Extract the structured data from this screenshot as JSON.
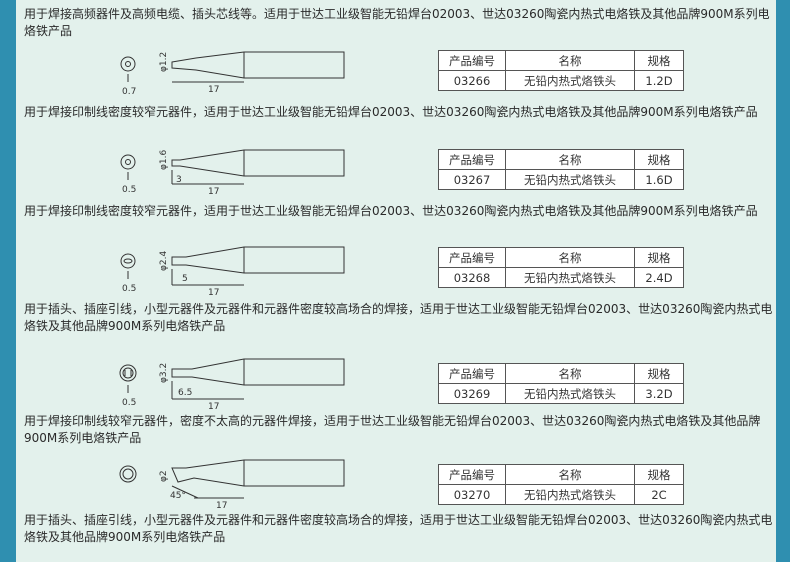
{
  "products": [
    {
      "description": "用于焊接高频器件及高频电缆、插头芯线等。适用于世达工业级智能无铅焊台02003、世达03260陶瓷内热式电烙铁及其他品牌900M系列电烙铁产品",
      "tip_shape": "conical",
      "dims": {
        "diameter": "φ1.2",
        "length": "17",
        "tip": "0.7",
        "step": ""
      },
      "table": {
        "headers": [
          "产品编号",
          "名称",
          "规格"
        ],
        "code": "03266",
        "name": "无铅内热式烙铁头",
        "spec": "1.2D"
      }
    },
    {
      "description": "用于焊接印制线密度较窄元器件，适用于世达工业级智能无铅焊台02003、世达03260陶瓷内热式电烙铁及其他品牌900M系列电烙铁产品",
      "tip_shape": "chisel",
      "dims": {
        "diameter": "φ1.6",
        "length": "17",
        "tip": "0.5",
        "step": "3"
      },
      "table": {
        "headers": [
          "产品编号",
          "名称",
          "规格"
        ],
        "code": "03267",
        "name": "无铅内热式烙铁头",
        "spec": "1.6D"
      }
    },
    {
      "description": "用于焊接印制线密度较窄元器件，适用于世达工业级智能无铅焊台02003、世达03260陶瓷内热式电烙铁及其他品牌900M系列电烙铁产品",
      "tip_shape": "chisel",
      "dims": {
        "diameter": "φ2.4",
        "length": "17",
        "tip": "0.5",
        "step": "5"
      },
      "table": {
        "headers": [
          "产品编号",
          "名称",
          "规格"
        ],
        "code": "03268",
        "name": "无铅内热式烙铁头",
        "spec": "2.4D"
      }
    },
    {
      "description": "用于插头、插座引线，小型元器件及元器件和元器件密度较高场合的焊接，适用于世达工业级智能无铅焊台02003、世达03260陶瓷内热式电烙铁及其他品牌900M系列电烙铁产品",
      "tip_shape": "chisel",
      "dims": {
        "diameter": "φ3.2",
        "length": "17",
        "tip": "0.5",
        "step": "6.5"
      },
      "table": {
        "headers": [
          "产品编号",
          "名称",
          "规格"
        ],
        "code": "03269",
        "name": "无铅内热式烙铁头",
        "spec": "3.2D"
      }
    },
    {
      "description": "用于焊接印制线较窄元器件，密度不太高的元器件焊接，适用于世达工业级智能无铅焊台02003、世达03260陶瓷内热式电烙铁及其他品牌900M系列电烙铁产品",
      "tip_shape": "bevel",
      "dims": {
        "diameter": "φ2",
        "length": "17",
        "tip": "",
        "step": "45°"
      },
      "table": {
        "headers": [
          "产品编号",
          "名称",
          "规格"
        ],
        "code": "03270",
        "name": "无铅内热式烙铁头",
        "spec": "2C"
      }
    }
  ],
  "footer_description": "用于插头、插座引线，小型元器件及元器件和元器件密度较高场合的焊接，适用于世达工业级智能无铅焊台02003、世达03260陶瓷内热式电烙铁及其他品牌900M系列电烙铁产品"
}
